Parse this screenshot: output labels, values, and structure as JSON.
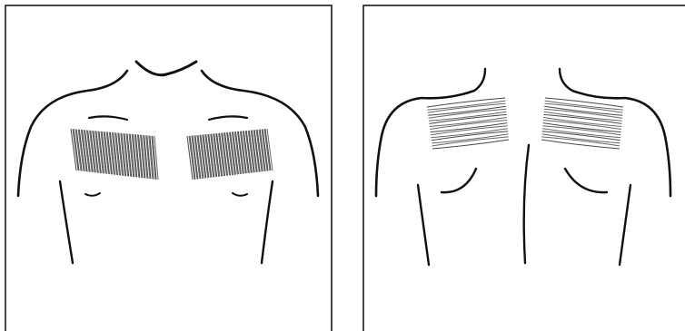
{
  "figure": {
    "panels": [
      {
        "view": "front",
        "shaded_regions": [
          "left-chest",
          "right-chest"
        ]
      },
      {
        "view": "back",
        "shaded_regions": [
          "left-upper-back",
          "right-upper-back"
        ]
      }
    ],
    "colors": {
      "outline": "#111111",
      "shading": "#555555",
      "background": "#ffffff"
    }
  }
}
